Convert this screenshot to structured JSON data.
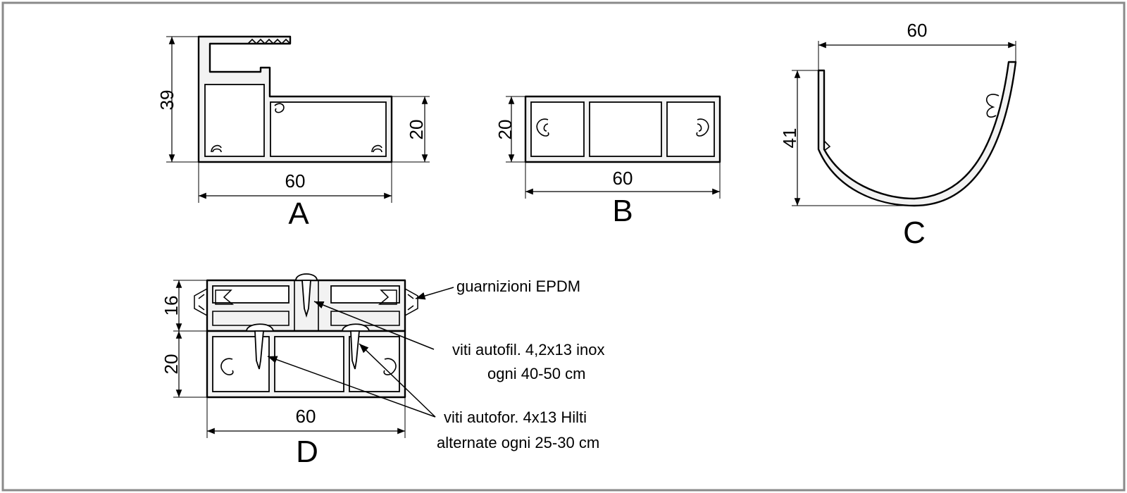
{
  "profiles": {
    "A": {
      "label": "A",
      "width": "60",
      "height_total": "39",
      "height_body": "20"
    },
    "B": {
      "label": "B",
      "width": "60",
      "height": "20"
    },
    "C": {
      "label": "C",
      "width": "60",
      "height": "41"
    },
    "D": {
      "label": "D",
      "width": "60",
      "height_cover": "16",
      "height_base": "20"
    }
  },
  "notes": {
    "gaskets": "guarnizioni EPDM",
    "cover_screws_line1": "viti autofil. 4,2x13 inox",
    "cover_screws_line2": "ogni 40-50 cm",
    "base_screws_line1": "viti autofor. 4x13  Hilti",
    "base_screws_line2": "alternate ogni 25-30 cm"
  },
  "colors": {
    "line": "#000000",
    "frame": "#8a8a8a",
    "fill": "#f2f2f2"
  }
}
